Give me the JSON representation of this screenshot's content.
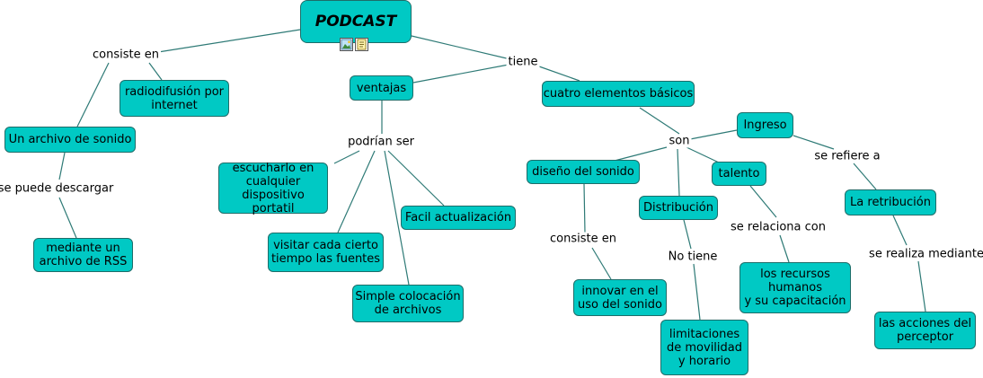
{
  "root": "PODCAST",
  "nodes": {
    "archivo_sonido": "Un archivo de sonido",
    "radiodifusion": "radiodifusión por\ninternet",
    "rss": "mediante un\narchivo de RSS",
    "ventajas": "ventajas",
    "escucharlo": "escucharlo en\ncualquier\ndispositivo portatil",
    "visitar": "visitar cada cierto\ntiempo las fuentes",
    "simple": "Simple colocación\nde archivos",
    "facil": "Facil actualización",
    "cuatro": "cuatro elementos básicos",
    "ingreso": "Ingreso",
    "diseno": "diseño del sonido",
    "talento": "talento",
    "distribucion": "Distribución",
    "retribucion": "La retribución",
    "innovar": "innovar en el\nuso del sonido",
    "limitaciones": "limitaciones\nde movilidad\ny horario",
    "recursos": "los recursos\nhumanos\ny su capacitación",
    "acciones": "las acciones del\nperceptor"
  },
  "links": {
    "consiste_en_1": "consiste en",
    "tiene": "tiene",
    "se_puede_descargar": "se puede descargar",
    "podrian_ser": "podrían ser",
    "son": "son",
    "se_refiere_a": "se refiere a",
    "consiste_en_2": "consiste en",
    "no_tiene": "No tiene",
    "se_relaciona_con": "se relaciona con",
    "se_realiza_mediante": "se realiza mediante"
  },
  "icons": [
    "image-icon",
    "document-icon"
  ],
  "colors": {
    "node_fill": "#00c9c4",
    "node_border": "#1e6d69",
    "line": "#2e7a76"
  }
}
